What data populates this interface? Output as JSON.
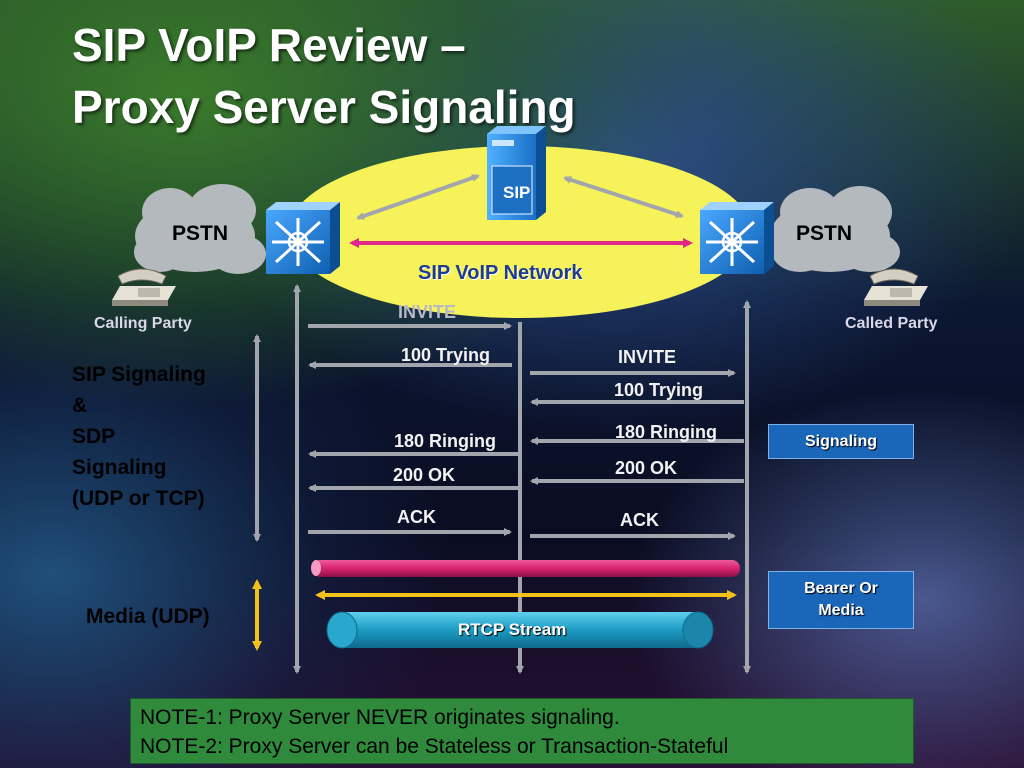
{
  "title": {
    "line1": "SIP VoIP Review –",
    "line2": "Proxy Server Signaling"
  },
  "network": {
    "pstn_left": "PSTN",
    "pstn_right": "PSTN",
    "label": "SIP VoIP Network",
    "server_glyph": "SIP",
    "calling_party": "Calling Party",
    "called_party": "Called Party"
  },
  "messages": {
    "invite_left": "INVITE",
    "trying_left": "100 Trying",
    "invite_right": "INVITE",
    "trying_right": "100 Trying",
    "ringing_left": "180 Ringing",
    "ringing_right": "180 Ringing",
    "ok_left": "200 OK",
    "ok_right": "200 OK",
    "ack_left": "ACK",
    "ack_right": "ACK"
  },
  "side_labels": {
    "signaling_line1": "SIP Signaling",
    "signaling_line2": "&",
    "signaling_line3": "SDP",
    "signaling_line4": "Signaling",
    "signaling_line5": "(UDP or TCP)",
    "media": "Media (UDP)"
  },
  "legend": {
    "signaling": "Signaling",
    "bearer_line1": "Bearer Or",
    "bearer_line2": "Media"
  },
  "rtcp": "RTCP Stream",
  "notes": {
    "note1": "NOTE-1:  Proxy Server NEVER originates signaling.",
    "note2": "NOTE-2:  Proxy Server can be Stateless or Transaction-Stateful"
  },
  "colors": {
    "network_ellipse": "#f6f25a",
    "cloud": "#b4b9bd",
    "switch": "#1d7fd6",
    "media_bar": "#d6226e",
    "media_arrow": "#f2c21a",
    "rtcp_tube": "#1f9ec2",
    "signal_arrow": "#9ea0a8",
    "note_bg": "#2f8a3c"
  },
  "icons": {
    "server": "sip-proxy-server-icon",
    "switch_left": "router-switch-icon",
    "switch_right": "router-switch-icon",
    "phone_left": "telephone-icon",
    "phone_right": "telephone-icon"
  }
}
